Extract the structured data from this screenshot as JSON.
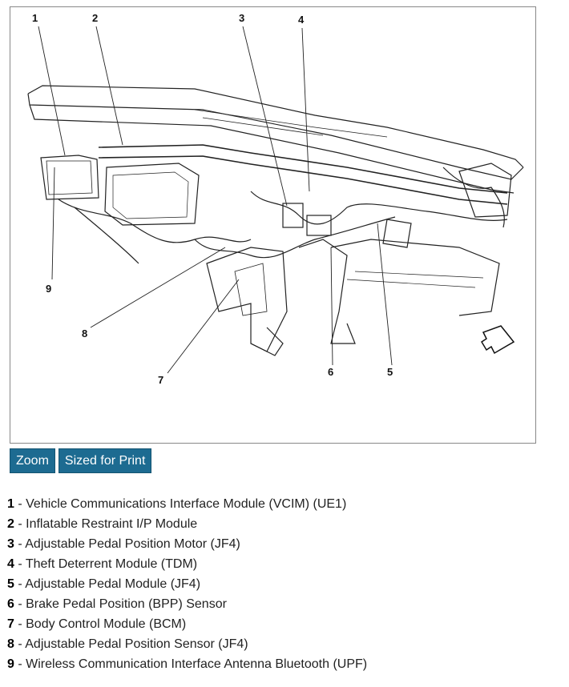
{
  "figure": {
    "callouts": [
      "1",
      "2",
      "3",
      "4",
      "5",
      "6",
      "7",
      "8",
      "9"
    ]
  },
  "buttons": {
    "zoom_label": "Zoom",
    "print_label": "Sized for Print"
  },
  "legend": [
    {
      "num": "1",
      "text": " - Vehicle Communications Interface Module (VCIM) (UE1)"
    },
    {
      "num": "2",
      "text": " - Inflatable Restraint I/P Module"
    },
    {
      "num": "3",
      "text": " - Adjustable Pedal Position Motor (JF4)"
    },
    {
      "num": "4",
      "text": " - Theft Deterrent Module (TDM)"
    },
    {
      "num": "5",
      "text": " - Adjustable Pedal Module (JF4)"
    },
    {
      "num": "6",
      "text": " - Brake Pedal Position (BPP) Sensor"
    },
    {
      "num": "7",
      "text": " - Body Control Module (BCM)"
    },
    {
      "num": "8",
      "text": " - Adjustable Pedal Position Sensor (JF4)"
    },
    {
      "num": "9",
      "text": " - Wireless Communication Interface Antenna Bluetooth (UPF)"
    }
  ]
}
